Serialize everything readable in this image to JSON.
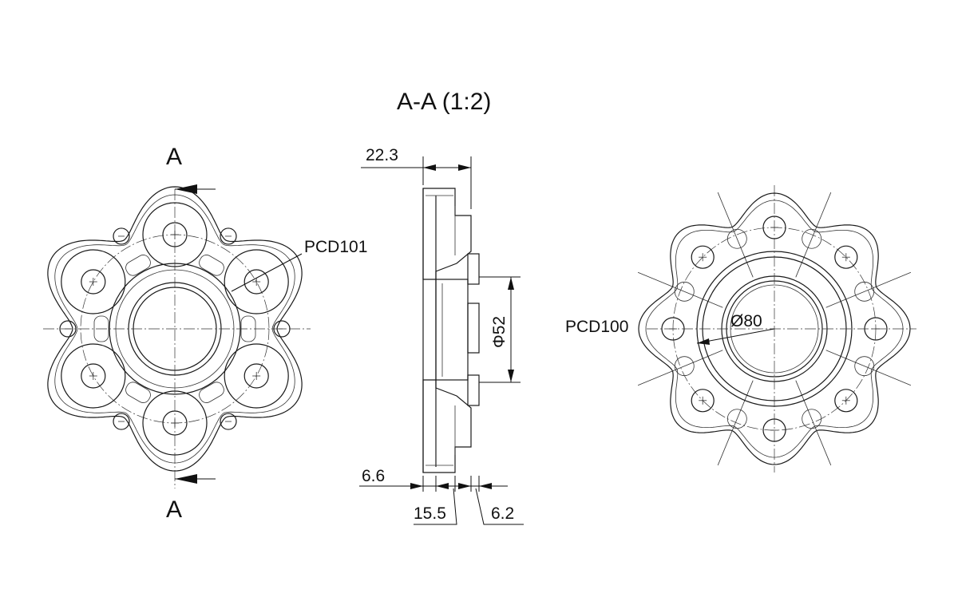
{
  "section_title": "A-A (1:2)",
  "section_mark_top": "A",
  "section_mark_bottom": "A",
  "dimensions": {
    "width_total": "22.3",
    "dia_hub": "Φ52",
    "flange": "6.6",
    "shoulder": "15.5",
    "lip": "6.2"
  },
  "left_view": {
    "pcd_label": "PCD101",
    "lobes": 6
  },
  "right_view": {
    "pcd_label": "PCD100",
    "dia_label": "Ø80",
    "lobes": 8
  }
}
